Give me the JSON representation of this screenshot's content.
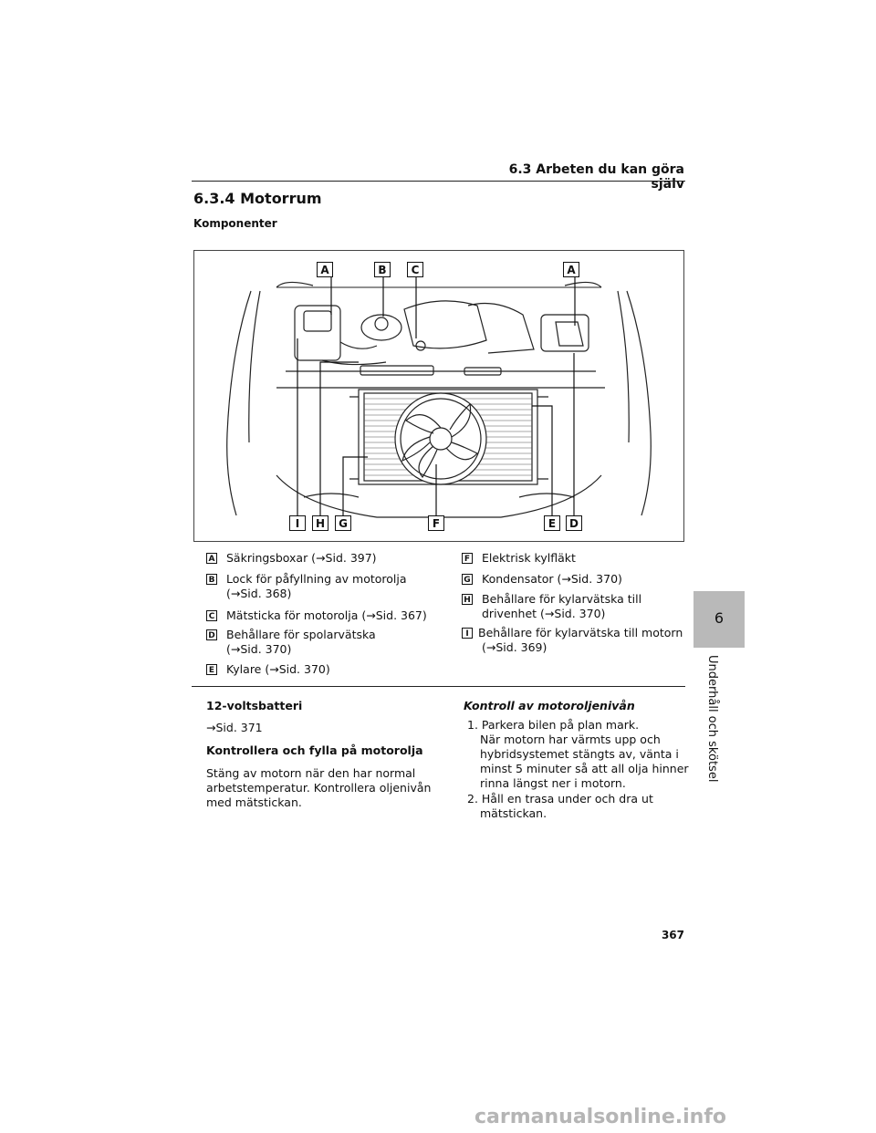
{
  "header": {
    "title": "6.3 Arbeten du kan göra själv"
  },
  "section": {
    "title": "6.3.4 Motorrum",
    "subheading": "Komponenter"
  },
  "figure": {
    "callouts_top": [
      "A",
      "B",
      "C",
      "A"
    ],
    "callouts_bottom": [
      "I",
      "H",
      "G",
      "F",
      "E",
      "D"
    ]
  },
  "legend": {
    "left": [
      {
        "key": "A",
        "lines": [
          "Säkringsboxar (→Sid. 397)"
        ]
      },
      {
        "key": "B",
        "lines": [
          "Lock för påfyllning av motorolja",
          "(→Sid. 368)"
        ]
      },
      {
        "key": "C",
        "lines": [
          "Mätsticka för motorolja (→Sid. 367)"
        ]
      },
      {
        "key": "D",
        "lines": [
          "Behållare för spolarvätska",
          "(→Sid. 370)"
        ]
      },
      {
        "key": "E",
        "lines": [
          "Kylare (→Sid. 370)"
        ]
      }
    ],
    "right": [
      {
        "key": "F",
        "lines": [
          "Elektrisk kylfläkt"
        ]
      },
      {
        "key": "G",
        "lines": [
          "Kondensator (→Sid. 370)"
        ]
      },
      {
        "key": "H",
        "lines": [
          "Behållare för kylarvätska till",
          "drivenhet (→Sid. 370)"
        ]
      },
      {
        "key": "I",
        "lines": [
          "Behållare för kylarvätska till motorn",
          "(→Sid. 369)"
        ]
      }
    ]
  },
  "battery": {
    "heading": "12-voltsbatteri",
    "ref": "→Sid. 371"
  },
  "oil_check": {
    "heading": "Kontrollera och fylla på motorolja",
    "body": [
      "Stäng av motorn när den har normal",
      "arbetstemperatur. Kontrollera oljenivån",
      "med mätstickan."
    ]
  },
  "oil_level": {
    "heading": "Kontroll av motoroljenivån",
    "step1": [
      "1. Parkera bilen på plan mark.",
      "När motorn har värmts upp och",
      "hybridsystemet stängts av, vänta i",
      "minst 5 minuter så att all olja hinner",
      "rinna längst ner i motorn."
    ],
    "step2": [
      "2. Håll en trasa under och dra ut",
      "mätstickan."
    ]
  },
  "side_tab": {
    "number": "6",
    "label": "Underhåll och skötsel"
  },
  "page_number": "367",
  "watermark": "carmanualsonline.info"
}
